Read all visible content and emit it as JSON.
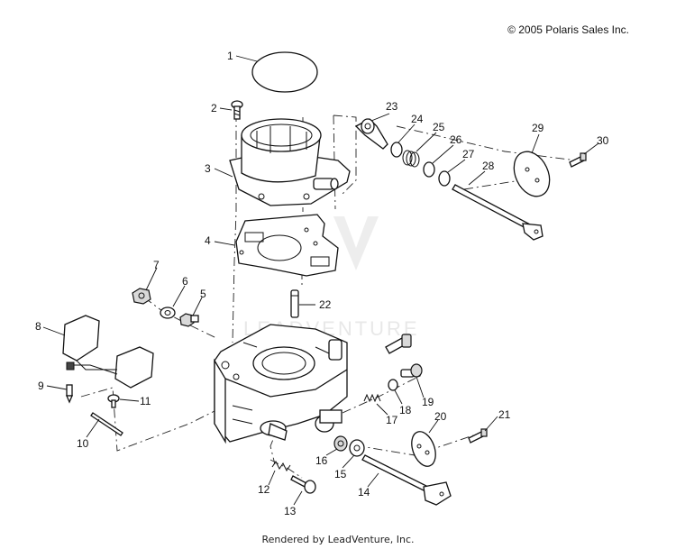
{
  "copyright": "© 2005 Polaris Sales Inc.",
  "footer": "Rendered by LeadVenture, Inc.",
  "watermark": "LEADVENTURE",
  "callouts": [
    "1",
    "2",
    "3",
    "4",
    "5",
    "6",
    "7",
    "8",
    "9",
    "10",
    "11",
    "12",
    "13",
    "14",
    "15",
    "16",
    "17",
    "18",
    "19",
    "20",
    "21",
    "22",
    "23",
    "24",
    "25",
    "26",
    "27",
    "28",
    "29",
    "30"
  ]
}
